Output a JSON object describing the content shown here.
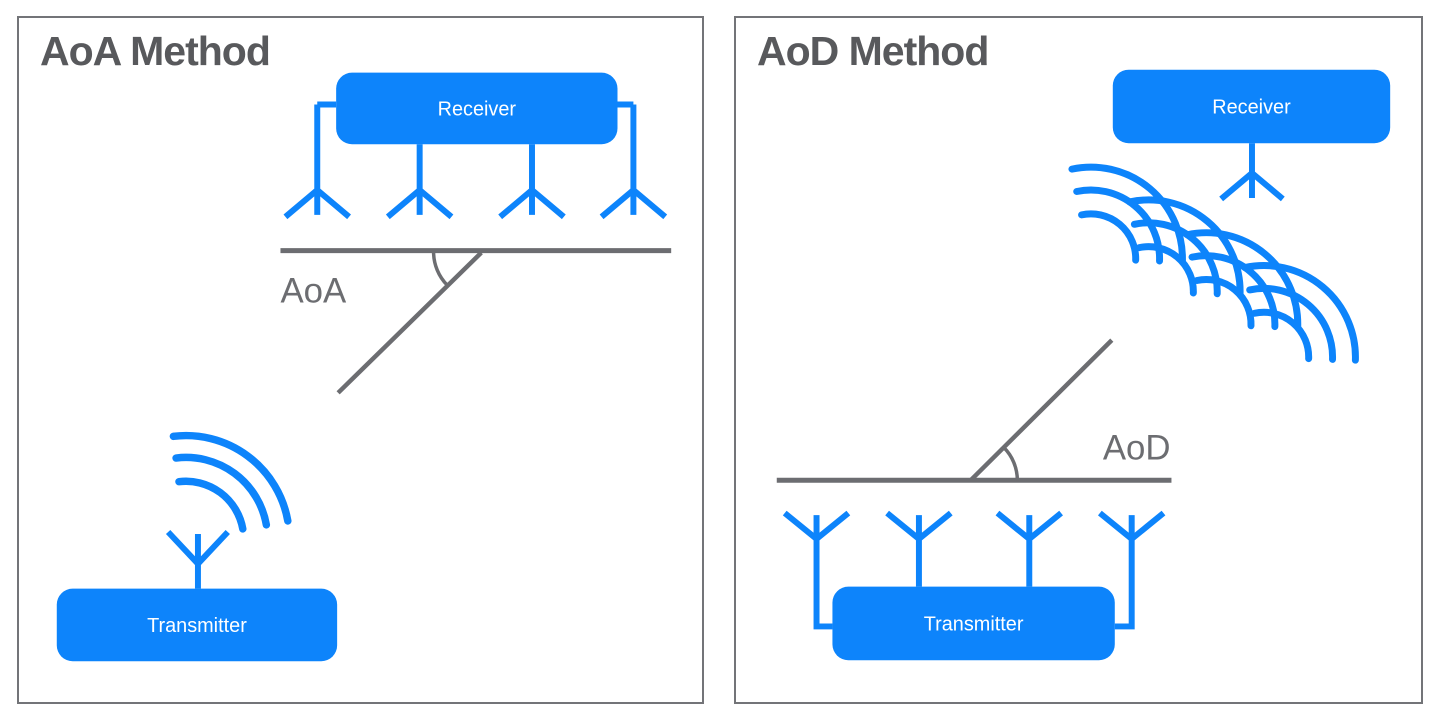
{
  "panels": [
    {
      "title": "AoA Method",
      "receiver_label": "Receiver",
      "transmitter_label": "Transmitter",
      "angle_label": "AoA"
    },
    {
      "title": "AoD Method",
      "receiver_label": "Receiver",
      "transmitter_label": "Transmitter",
      "angle_label": "AoD"
    }
  ],
  "colors": {
    "accent_blue": "#0d84fb",
    "line_gray": "#6c6d71",
    "title_gray": "#58595c",
    "panel_border_gray": "#737478",
    "node_text_white": "#ffffff",
    "background": "#ffffff"
  },
  "icons": {
    "antenna-icon": "trident antenna glyph",
    "antenna-array-icon": "row of four trident antennas wired to node",
    "signal-waves-icon": "three concentric signal arcs",
    "wavefronts-icon": "four overlapping clusters of three arcs",
    "angle-arc-icon": "arc marking angle between baseline and ray"
  }
}
